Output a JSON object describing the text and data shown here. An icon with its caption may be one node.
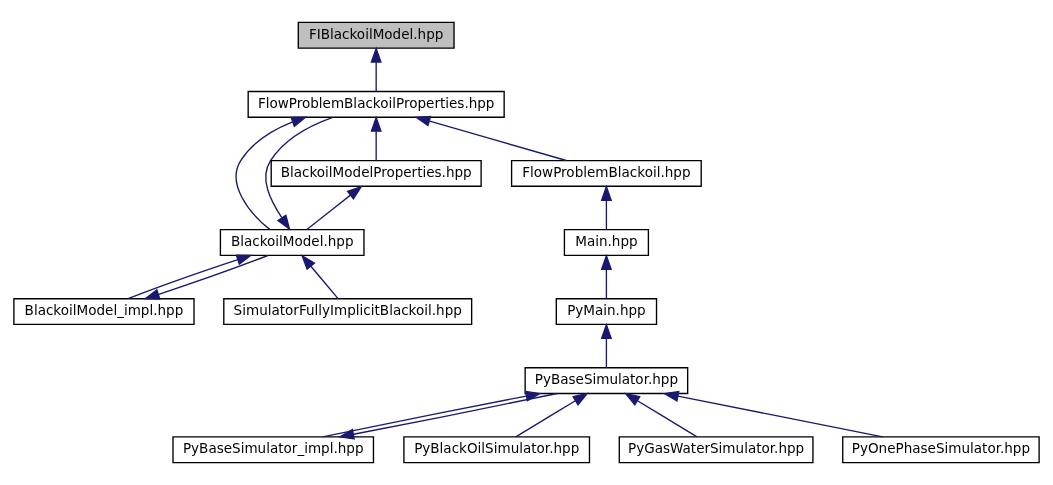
{
  "diagram": {
    "nodes": [
      {
        "text": [
          "FIBlackoilModel.hpp"
        ]
      },
      {
        "text": [
          "FlowProblemBlackoilProperties.hpp"
        ]
      },
      {
        "text": [
          "BlackoilModelProperties.hpp"
        ]
      },
      {
        "text": [
          "FlowProblemBlackoil.hpp"
        ]
      },
      {
        "text": [
          "BlackoilModel.hpp"
        ]
      },
      {
        "text": [
          "Main.hpp"
        ]
      },
      {
        "text": [
          "BlackoilModel_impl.hpp"
        ]
      },
      {
        "text": [
          "SimulatorFullyImplicitBlackoil.hpp"
        ]
      },
      {
        "text": [
          "PyMain.hpp"
        ]
      },
      {
        "text": [
          "PyBaseSimulator.hpp"
        ]
      },
      {
        "text": [
          "PyBaseSimulator_impl.hpp"
        ]
      },
      {
        "text": [
          "PyBlackOilSimulator.hpp"
        ]
      },
      {
        "text": [
          "PyGasWaterSimulator.hpp"
        ]
      },
      {
        "text": [
          "PyOnePhaseSimulator.hpp"
        ]
      }
    ],
    "edges": [
      {
        "from": 1,
        "to": 0,
        "arrow": "to"
      },
      {
        "from": 4,
        "to": 1,
        "arrow": "to"
      },
      {
        "from": 1,
        "to": 4,
        "arrow": "to"
      },
      {
        "from": 2,
        "to": 1,
        "arrow": "to"
      },
      {
        "from": 3,
        "to": 1,
        "arrow": "to"
      },
      {
        "from": 4,
        "to": 2,
        "arrow": "to"
      },
      {
        "from": 5,
        "to": 3,
        "arrow": "to"
      },
      {
        "from": 6,
        "to": 4,
        "arrow": "to"
      },
      {
        "from": 4,
        "to": 6,
        "arrow": "to"
      },
      {
        "from": 7,
        "to": 4,
        "arrow": "to"
      },
      {
        "from": 8,
        "to": 5,
        "arrow": "to"
      },
      {
        "from": 9,
        "to": 8,
        "arrow": "to"
      },
      {
        "from": 10,
        "to": 9,
        "arrow": "to"
      },
      {
        "from": 9,
        "to": 10,
        "arrow": "to"
      },
      {
        "from": 11,
        "to": 9,
        "arrow": "to"
      },
      {
        "from": 12,
        "to": 9,
        "arrow": "to"
      },
      {
        "from": 13,
        "to": 9,
        "arrow": "to"
      }
    ]
  }
}
